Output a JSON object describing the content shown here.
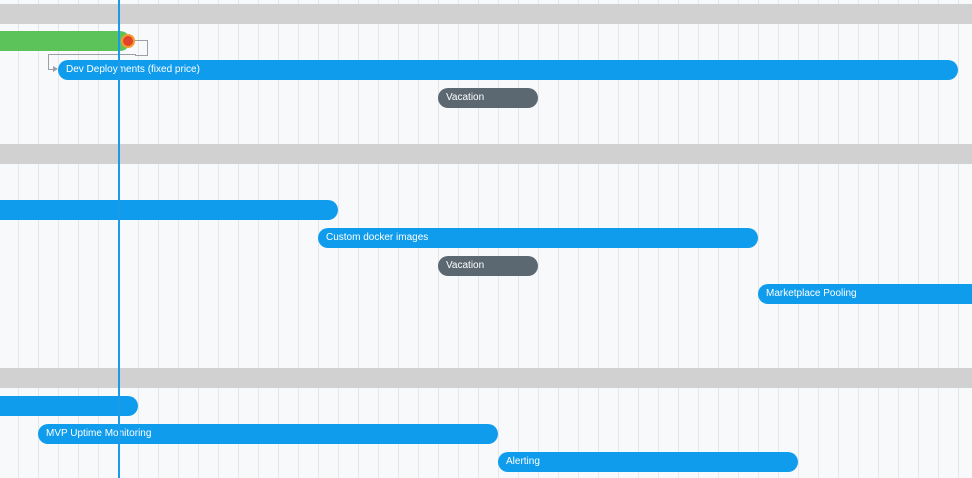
{
  "colors": {
    "task": "#0f9ced",
    "absence": "#5b6872",
    "done": "#5cc35a",
    "today_line": "#1a9be8",
    "milestone": "#e0442b",
    "lane_header": "#d1d1d1"
  },
  "lanes": [
    {
      "tasks": [
        {
          "label": "",
          "kind": "done"
        },
        {
          "label": "Dev Deployments (fixed price)",
          "kind": "task"
        },
        {
          "label": "Vacation",
          "kind": "absence"
        }
      ]
    },
    {
      "tasks": [
        {
          "label": "",
          "kind": "task"
        },
        {
          "label": "Custom docker images",
          "kind": "task"
        },
        {
          "label": "Vacation",
          "kind": "absence"
        },
        {
          "label": "Marketplace Pooling",
          "kind": "task"
        }
      ]
    },
    {
      "tasks": [
        {
          "label": "",
          "kind": "task"
        },
        {
          "label": "MVP Uptime Monitoring",
          "kind": "task"
        },
        {
          "label": "Alerting",
          "kind": "task"
        }
      ]
    }
  ]
}
